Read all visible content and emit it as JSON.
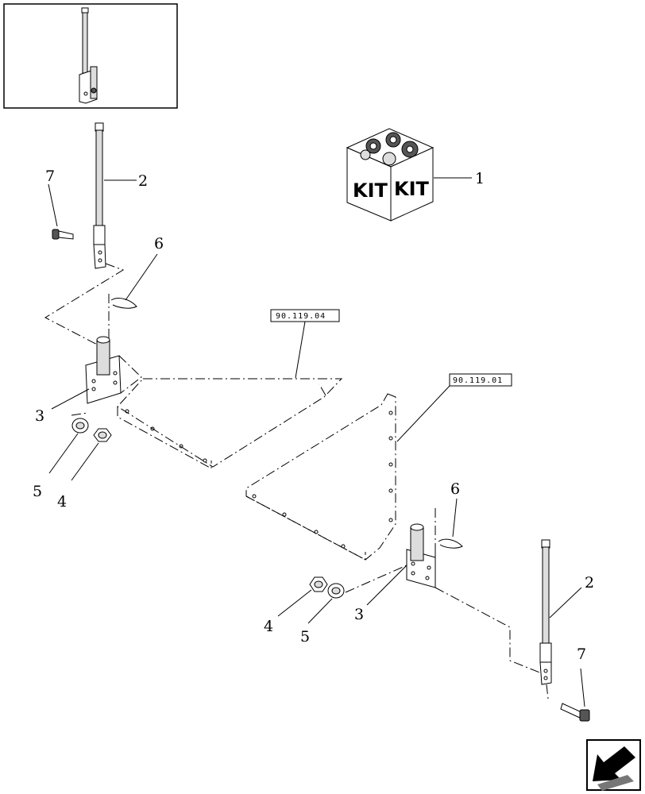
{
  "callouts": {
    "kit": "1",
    "lever_left": "2",
    "lever_right": "2",
    "bracket_left": "3",
    "bracket_right": "3",
    "nut_left": "4",
    "nut_right": "4",
    "washer_left": "5",
    "washer_right": "5",
    "pin_left": "6",
    "pin_right": "6",
    "bolt_left": "7",
    "bolt_right": "7"
  },
  "references": {
    "ref_a": "90.119.04",
    "ref_b": "90.119.01"
  },
  "kit_box": {
    "label_left": "KIT",
    "label_right": "KIT"
  },
  "nav_icon": "arrow-left-down-icon"
}
